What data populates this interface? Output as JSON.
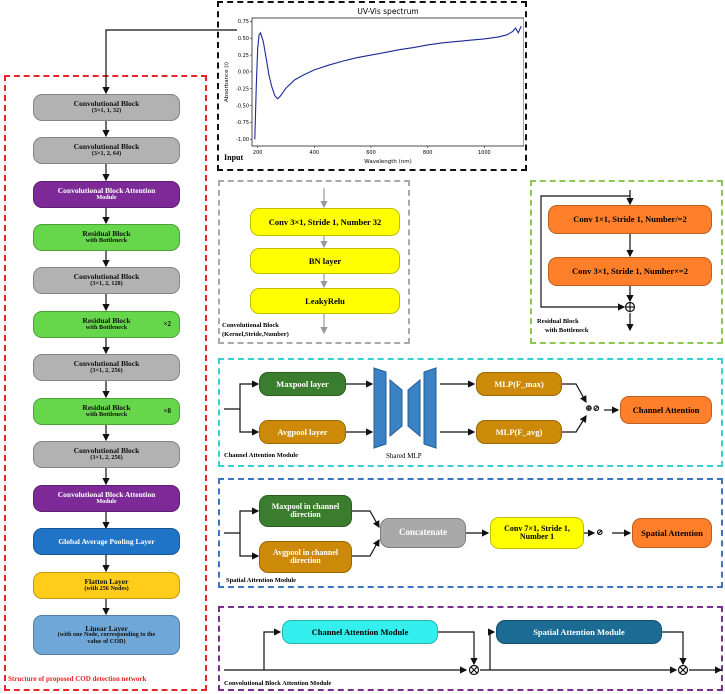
{
  "colors": {
    "red": "#e8262a",
    "black": "#111111",
    "gray": "#a9a9a9",
    "green": "#8dc74f",
    "cyan": "#34d0d6",
    "blue": "#3a74c2",
    "purple": "#7a2e8e",
    "block_gray": "#b2b2b2",
    "block_purple": "#7d2a98",
    "block_green": "#66d64a",
    "block_blue": "#1f74c8",
    "block_yellow": "#ffcc19",
    "block_lightblue": "#6fa8d8",
    "bright_yellow": "#ffff00",
    "orange": "#ff7f2a",
    "dark_green": "#3b7d2e",
    "gold": "#cc8a08",
    "steel": "#3b82c4",
    "aqua": "#33f0ee",
    "navy_teal": "#1b6b94"
  },
  "input_panel": {
    "label": "Input",
    "chart_data": {
      "type": "line",
      "title": "UV-Vis spectrum",
      "xlabel": "Wavelength (nm)",
      "ylabel": "Absorbance (i)",
      "xlim": [
        180,
        1140
      ],
      "ylim": [
        -1.1,
        0.8
      ],
      "xticks": [
        200,
        400,
        600,
        800,
        1000
      ],
      "yticks": [
        -1.0,
        -0.75,
        -0.5,
        -0.25,
        0.0,
        0.25,
        0.5,
        0.75
      ],
      "ytick_labels": [
        "-1.00",
        "-0.75",
        "-0.50",
        "-0.25",
        "0.00",
        "0.25",
        "0.50",
        "0.75"
      ],
      "series": [
        {
          "color": "#1a2a9a",
          "x": [
            190,
            195,
            200,
            205,
            210,
            220,
            230,
            240,
            250,
            260,
            270,
            280,
            290,
            300,
            330,
            360,
            400,
            450,
            500,
            550,
            600,
            650,
            700,
            750,
            800,
            850,
            900,
            950,
            1000,
            1050,
            1080,
            1100,
            1110,
            1120,
            1130
          ],
          "y": [
            -1.0,
            -0.2,
            0.35,
            0.55,
            0.58,
            0.45,
            0.2,
            -0.05,
            -0.22,
            -0.35,
            -0.4,
            -0.36,
            -0.3,
            -0.24,
            -0.12,
            -0.05,
            0.03,
            0.1,
            0.16,
            0.21,
            0.25,
            0.29,
            0.33,
            0.36,
            0.4,
            0.43,
            0.45,
            0.47,
            0.49,
            0.52,
            0.55,
            0.6,
            0.65,
            0.58,
            0.68
          ]
        }
      ]
    }
  },
  "left_network": {
    "title": "Structure of proposed COD detection network",
    "blocks": [
      {
        "line1": "Convolutional Block",
        "line2": "(3×1, 1, 32)"
      },
      {
        "line1": "Convolutional Block",
        "line2": "(3×1, 2, 64)"
      },
      {
        "line1": "Convolutional Block Attention",
        "line2": "Module"
      },
      {
        "line1": "Residual Block",
        "line2": "with Bottleneck"
      },
      {
        "line1": "Convolutional Block",
        "line2": "(3×1, 2, 128)"
      },
      {
        "line1": "Residual Block",
        "line2": "with Bottleneck",
        "mult": "×2"
      },
      {
        "line1": "Convolutional Block",
        "line2": "(3×1, 2, 256)"
      },
      {
        "line1": "Residual Block",
        "line2": "with Bottleneck",
        "mult": "×8"
      },
      {
        "line1": "Convolutional Block",
        "line2": "(3×1, 2, 256)"
      },
      {
        "line1": "Convolutional Block Attention",
        "line2": "Module"
      },
      {
        "line1": "Global Average Pooling Layer",
        "line2": ""
      },
      {
        "line1": "Flatten Layer",
        "line2": "(with 256 Nodes)"
      },
      {
        "line1": "Linear Layer",
        "line2": "(with one Node, corresponding to the",
        "line3": "value of COD)"
      }
    ]
  },
  "conv_block": {
    "layers": [
      "Conv 3×1, Stride 1, Number 32",
      "BN layer",
      "LeakyRelu"
    ],
    "caption_line1": "Convolutional Block",
    "caption_line2": "(Kernel,Stride,Number)"
  },
  "residual_block": {
    "layers": [
      "Conv 1×1, Stride 1, Number/=2",
      "Conv 3×1, Stride 1, Number×=2"
    ],
    "caption_line1": "Residual Block",
    "caption_line2": "with Bottleneck",
    "add_symbol": "⊕"
  },
  "channel_attention": {
    "maxpool": "Maxpool layer",
    "avgpool": "Avgpool layer",
    "mlp_max": "MLP(F_max)",
    "mlp_avg": "MLP(F_avg)",
    "shared_mlp": "Shared MLP",
    "ops": "⊕⊘",
    "output": "Channel Attention",
    "caption": "Channel Attention Module"
  },
  "spatial_attention": {
    "maxpool": "Maxpool in channel direction",
    "avgpool": "Avgpool in channel direction",
    "concat": "Concatenate",
    "conv": "Conv 7×1, Stride 1, Number 1",
    "op": "⊘",
    "output": "Spatial Attention",
    "caption": "Spatial Attention Module"
  },
  "cbam": {
    "channel": "Channel Attention Module",
    "spatial": "Spatial Attention Module",
    "op": "⊗",
    "caption": "Convolutional Block Attention Module"
  }
}
